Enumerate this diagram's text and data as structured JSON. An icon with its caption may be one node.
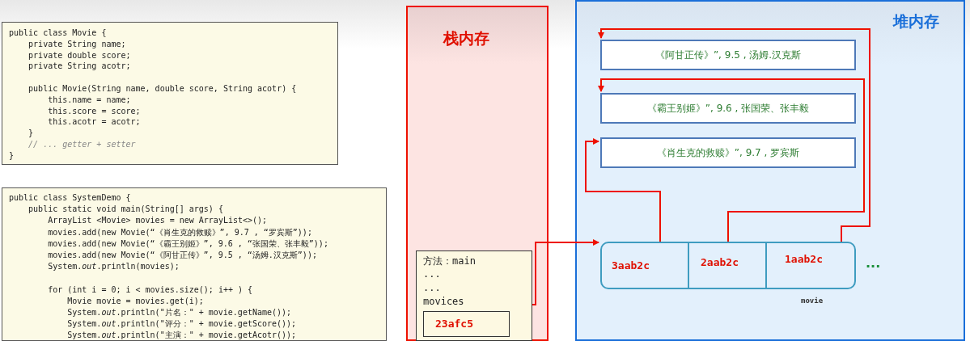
{
  "diagram": {
    "nodes": [
      {
        "text": [
          "public class Movie {",
          "    private String name;",
          "    private double score;",
          "    private String acotr;",
          "    public Movie(String name, double score, String acotr) {",
          "        this.name = name;",
          "        this.score = score;",
          "        this.acotr = acotr;",
          "    }",
          "    // ... getter + setter",
          "}"
        ]
      },
      {
        "text": [
          "public class SystemDemo {",
          "    public static void main(String[] args) {",
          "        ArrayList <Movie> movies = new ArrayList<>();",
          "        movies.add(new Movie(“《肖生克的救赎》”, 9.7 , “罗宾斯”));",
          "        movies.add(new Movie(“《霸王别姬》”, 9.6 , “张国荣、张丰毅”));",
          "        movies.add(new Movie(“《阿甘正传》”, 9.5 , “汤姆.汉克斯”));",
          "        System.*out*.println(movies);",
          "        for (int i = 0; i < movies.size(); i++ ) {",
          "            Movie movie = movies.get(i);",
          "            System.*out*.println(\"片名：\" + movie.getName());",
          "            System.*out*.println(\"评分：\" + movie.getScore());",
          "            System.*out*.println(\"主演：\" + movie.getAcotr());"
        ]
      },
      {
        "text": [
          "栈内存"
        ]
      },
      {
        "text": [
          "方法：main",
          "...",
          "...",
          "movices"
        ],
        "in": 2
      },
      {
        "text": [
          "23afc5"
        ],
        "in": 3
      },
      {
        "text": [
          "堆内存"
        ]
      },
      {
        "text": [
          "《阿甘正传》”, 9.5 , 汤姆.汉克斯"
        ],
        "in": 5
      },
      {
        "text": [
          "《霸王别姬》”, 9.6 , 张国荣、张丰毅"
        ],
        "in": 5
      },
      {
        "text": [
          "《肖生克的救赎》”, 9.7 , 罗宾斯"
        ],
        "in": 5
      },
      {
        "text": [],
        "shape": "box",
        "in": 5,
        "beside": [
          "movie",
          "..."
        ]
      },
      {
        "text": [
          "3aab2c"
        ],
        "in": 9
      },
      {
        "text": [
          "2aab2c"
        ],
        "in": 9
      },
      {
        "text": [
          "1aab2c"
        ],
        "in": 9
      }
    ],
    "edges": [
      {
        "from": 3,
        "to": 9,
        "arrow": "to"
      },
      {
        "from": 10,
        "to": 8,
        "arrow": "to"
      },
      {
        "from": 11,
        "to": 7,
        "arrow": "to"
      },
      {
        "from": 12,
        "to": 6,
        "arrow": "to"
      }
    ]
  }
}
